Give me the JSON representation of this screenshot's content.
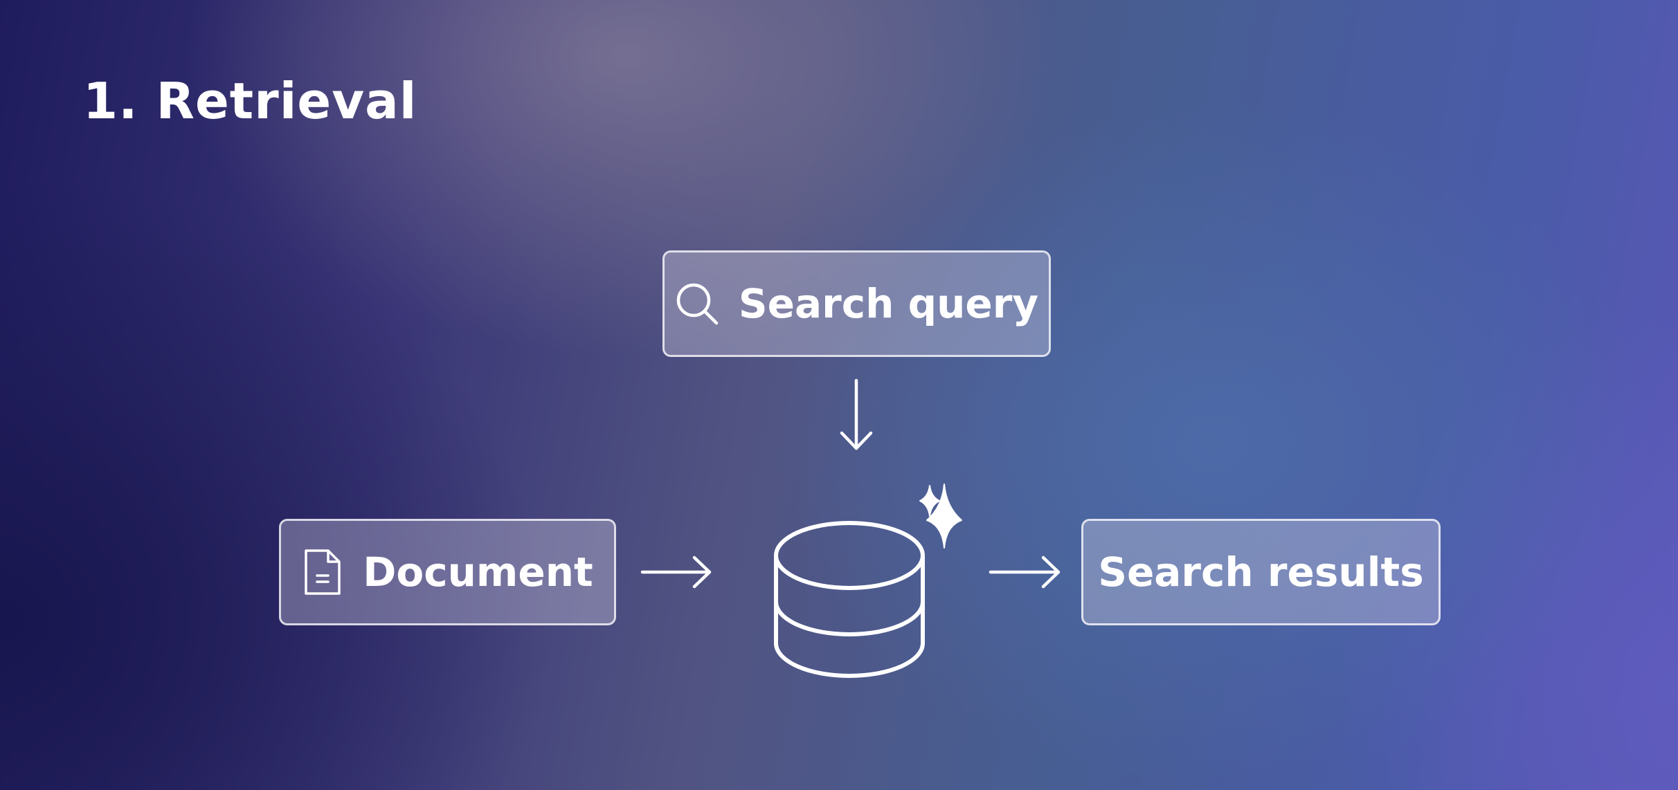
{
  "title": "1. Retrieval",
  "nodes": {
    "query": {
      "label": "Search query",
      "icon": "search-icon"
    },
    "document": {
      "label": "Document",
      "icon": "document-icon"
    },
    "database": {
      "icon": "database-sparkle-icon"
    },
    "results": {
      "label": "Search results"
    }
  },
  "colors": {
    "text": "#ffffff",
    "box_fill": "rgba(215,212,230,0.35)",
    "box_border": "rgba(255,255,255,0.75)"
  }
}
